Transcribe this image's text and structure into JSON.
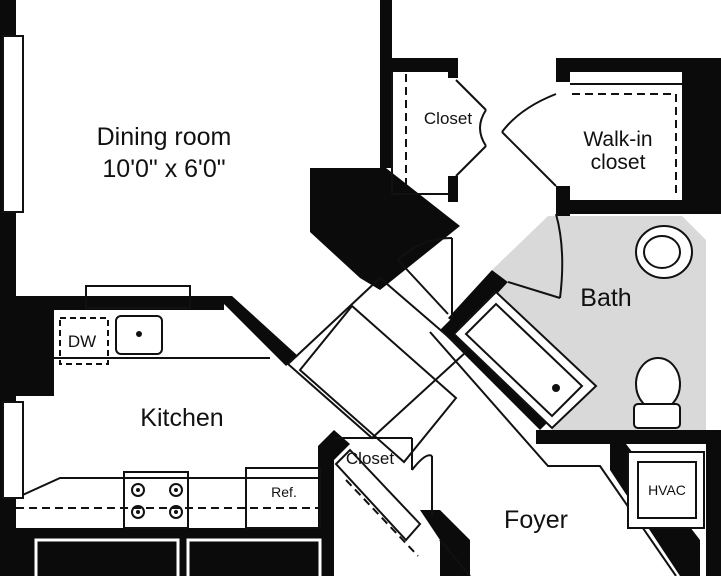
{
  "colors": {
    "wall": "#0b0b0b",
    "paper": "#ffffff",
    "bath_floor": "#d9d9d9",
    "line": "#111111"
  },
  "rooms": {
    "dining": {
      "name": "Dining room",
      "dims": "10'0\" x 6'0\""
    },
    "kitchen": {
      "name": "Kitchen"
    },
    "bath": {
      "name": "Bath"
    },
    "walkin": {
      "line1": "Walk-in",
      "line2": "closet"
    },
    "closet_upper": {
      "name": "Closet"
    },
    "closet_lower": {
      "name": "Closet"
    },
    "foyer": {
      "name": "Foyer"
    }
  },
  "fixtures": {
    "dw": "DW",
    "ref": "Ref.",
    "hvac": "HVAC"
  }
}
